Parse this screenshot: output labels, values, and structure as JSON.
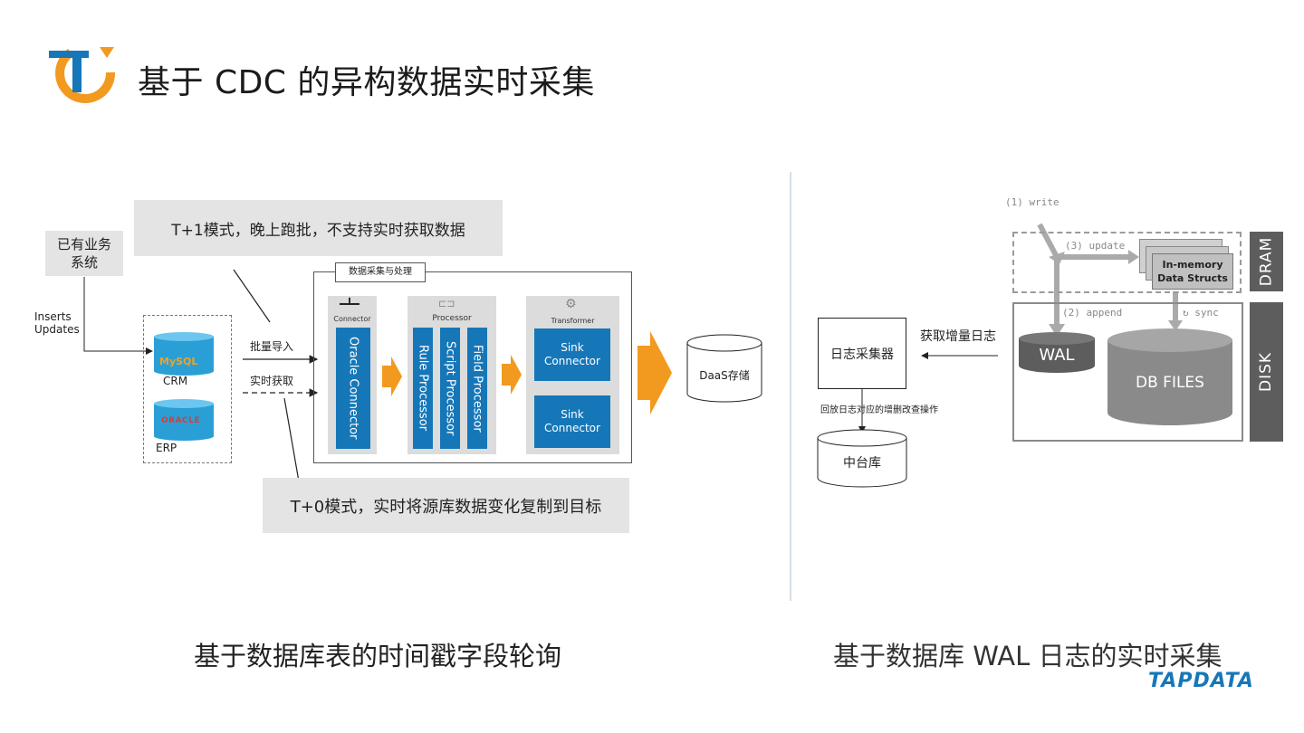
{
  "header": {
    "title": "基于 CDC 的异构数据实时采集"
  },
  "left_diagram": {
    "source_system": "已有业务\n系统",
    "inserts_updates": "Inserts\nUpdates",
    "db1_logo": "MySQL",
    "db1_label": "CRM",
    "db2_logo": "ORACLE",
    "db2_label": "ERP",
    "t1_mode": "T+1模式，晚上跑批，不支持实时获取数据",
    "t0_mode": "T+0模式，实时将源库数据变化复制到目标",
    "batch_import": "批量导入",
    "realtime_fetch": "实时获取",
    "panel_title": "数据采集与处理",
    "connector_label": "Connector",
    "oracle_connector": "Oracle Connector",
    "processor_label": "Processor",
    "rule_processor": "Rule Processor",
    "script_processor": "Script Processor",
    "field_processor": "Field Processor",
    "transformer_label": "Transformer",
    "sink_connector_1": "Sink\nConnector",
    "sink_connector_2": "Sink\nConnector",
    "target": "DaaS存储",
    "caption": "基于数据库表的时间戳字段轮询"
  },
  "right_diagram": {
    "write_label": "(1) write",
    "update_label": "(3) update",
    "inmemory": "In-memory\nData Structs",
    "dram": "DRAM",
    "append_label": "(2) append",
    "sync_label": "sync",
    "wal": "WAL",
    "db_files": "DB FILES",
    "disk": "DISK",
    "log_collector": "日志采集器",
    "fetch_incremental": "获取增量日志",
    "replay_ops": "回放日志对应的增删改查操作",
    "middle_db": "中台库",
    "caption": "基于数据库 WAL 日志的实时采集"
  },
  "brand": {
    "name": "TAPDATA",
    "accent": "#f29a1f",
    "blue": "#1677b8"
  }
}
